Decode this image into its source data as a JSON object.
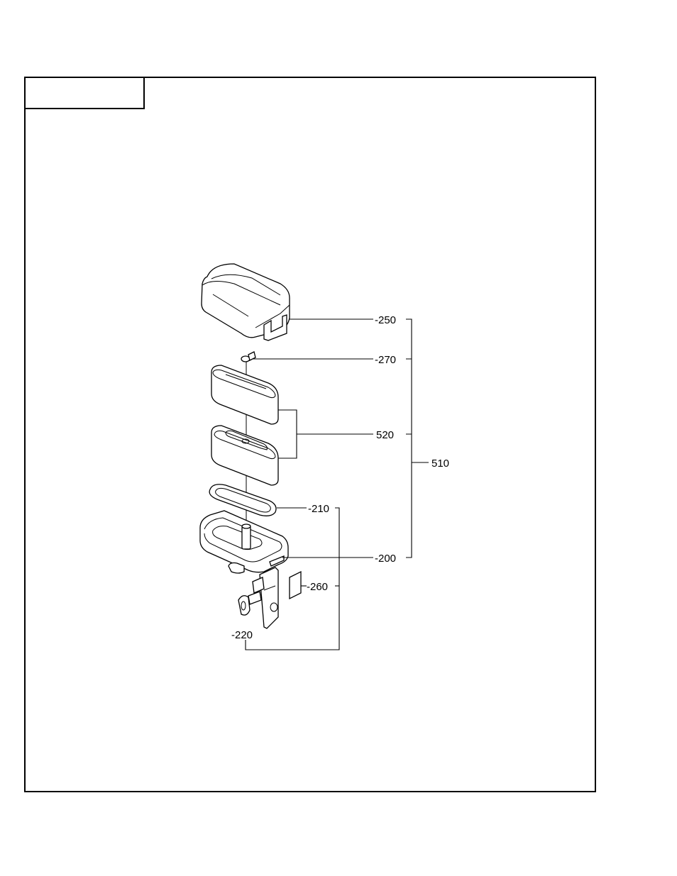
{
  "title_box": {
    "text": ""
  },
  "callouts": [
    {
      "id": "250",
      "text": "-250"
    },
    {
      "id": "270",
      "text": "-270"
    },
    {
      "id": "520",
      "text": "520"
    },
    {
      "id": "510",
      "text": "510"
    },
    {
      "id": "210",
      "text": "-210"
    },
    {
      "id": "200",
      "text": "-200"
    },
    {
      "id": "260",
      "text": "-260"
    },
    {
      "id": "220",
      "text": "-220"
    }
  ],
  "parts": [
    {
      "id": "250",
      "name": "cover"
    },
    {
      "id": "270",
      "name": "wing-nut"
    },
    {
      "id": "520",
      "name": "filter-elements"
    },
    {
      "id": "210",
      "name": "gasket"
    },
    {
      "id": "200",
      "name": "base"
    },
    {
      "id": "260",
      "name": "plate"
    },
    {
      "id": "220",
      "name": "breather-fitting"
    }
  ]
}
